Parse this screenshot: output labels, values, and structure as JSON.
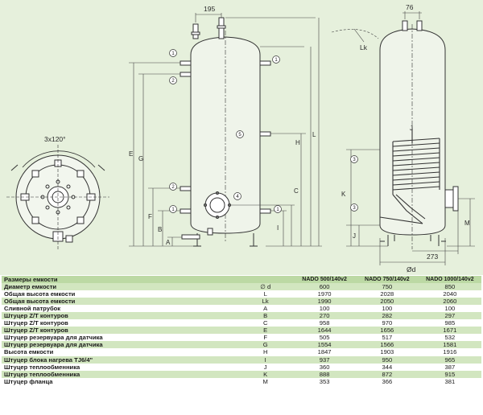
{
  "drawing": {
    "dims": {
      "d195": "195",
      "d76": "76",
      "lk": "Lk",
      "angle": "3x120°",
      "d273": "273",
      "od": "Ød",
      "letters": [
        "E",
        "G",
        "F",
        "B",
        "A",
        "I",
        "H",
        "L",
        "C",
        "J",
        "K",
        "M"
      ]
    },
    "callouts": [
      "1",
      "2",
      "3",
      "4",
      "5"
    ]
  },
  "table": {
    "header": {
      "label": "Размеры емкости",
      "sym": "",
      "col1": "NADO 500/140v2",
      "col2": "NADO 750/140v2",
      "col3": "NADO 1000/140v2"
    },
    "rows": [
      {
        "label": "Диаметр емкости",
        "sym": "∅ d",
        "v1": "600",
        "v2": "750",
        "v3": "850"
      },
      {
        "label": "Общая высота емкости",
        "sym": "L",
        "v1": "1970",
        "v2": "2028",
        "v3": "2040"
      },
      {
        "label": "Общая высота емкости",
        "sym": "Lk",
        "v1": "1990",
        "v2": "2050",
        "v3": "2060"
      },
      {
        "label": "Сливной патрубок",
        "sym": "A",
        "v1": "100",
        "v2": "100",
        "v3": "100"
      },
      {
        "label": "Штуцер Z/T контуров",
        "sym": "B",
        "v1": "270",
        "v2": "282",
        "v3": "297"
      },
      {
        "label": "Штуцер Z/T контуров",
        "sym": "C",
        "v1": "958",
        "v2": "970",
        "v3": "985"
      },
      {
        "label": "Штуцер Z/T контуров",
        "sym": "E",
        "v1": "1644",
        "v2": "1656",
        "v3": "1671"
      },
      {
        "label": "Штуцер резервуара для датчика",
        "sym": "F",
        "v1": "505",
        "v2": "517",
        "v3": "532"
      },
      {
        "label": "Штуцер резервуара для датчика",
        "sym": "G",
        "v1": "1554",
        "v2": "1566",
        "v3": "1581"
      },
      {
        "label": "Высота емкости",
        "sym": "H",
        "v1": "1847",
        "v2": "1903",
        "v3": "1916"
      },
      {
        "label": "Штуцер блока нагрева TJ6/4\"",
        "sym": "I",
        "v1": "937",
        "v2": "950",
        "v3": "965"
      },
      {
        "label": "Штуцер теплообменника",
        "sym": "J",
        "v1": "360",
        "v2": "344",
        "v3": "387"
      },
      {
        "label": "Штуцер теплообменника",
        "sym": "K",
        "v1": "888",
        "v2": "872",
        "v3": "915"
      },
      {
        "label": "Штуцер фланца",
        "sym": "M",
        "v1": "353",
        "v2": "366",
        "v3": "381"
      }
    ]
  }
}
